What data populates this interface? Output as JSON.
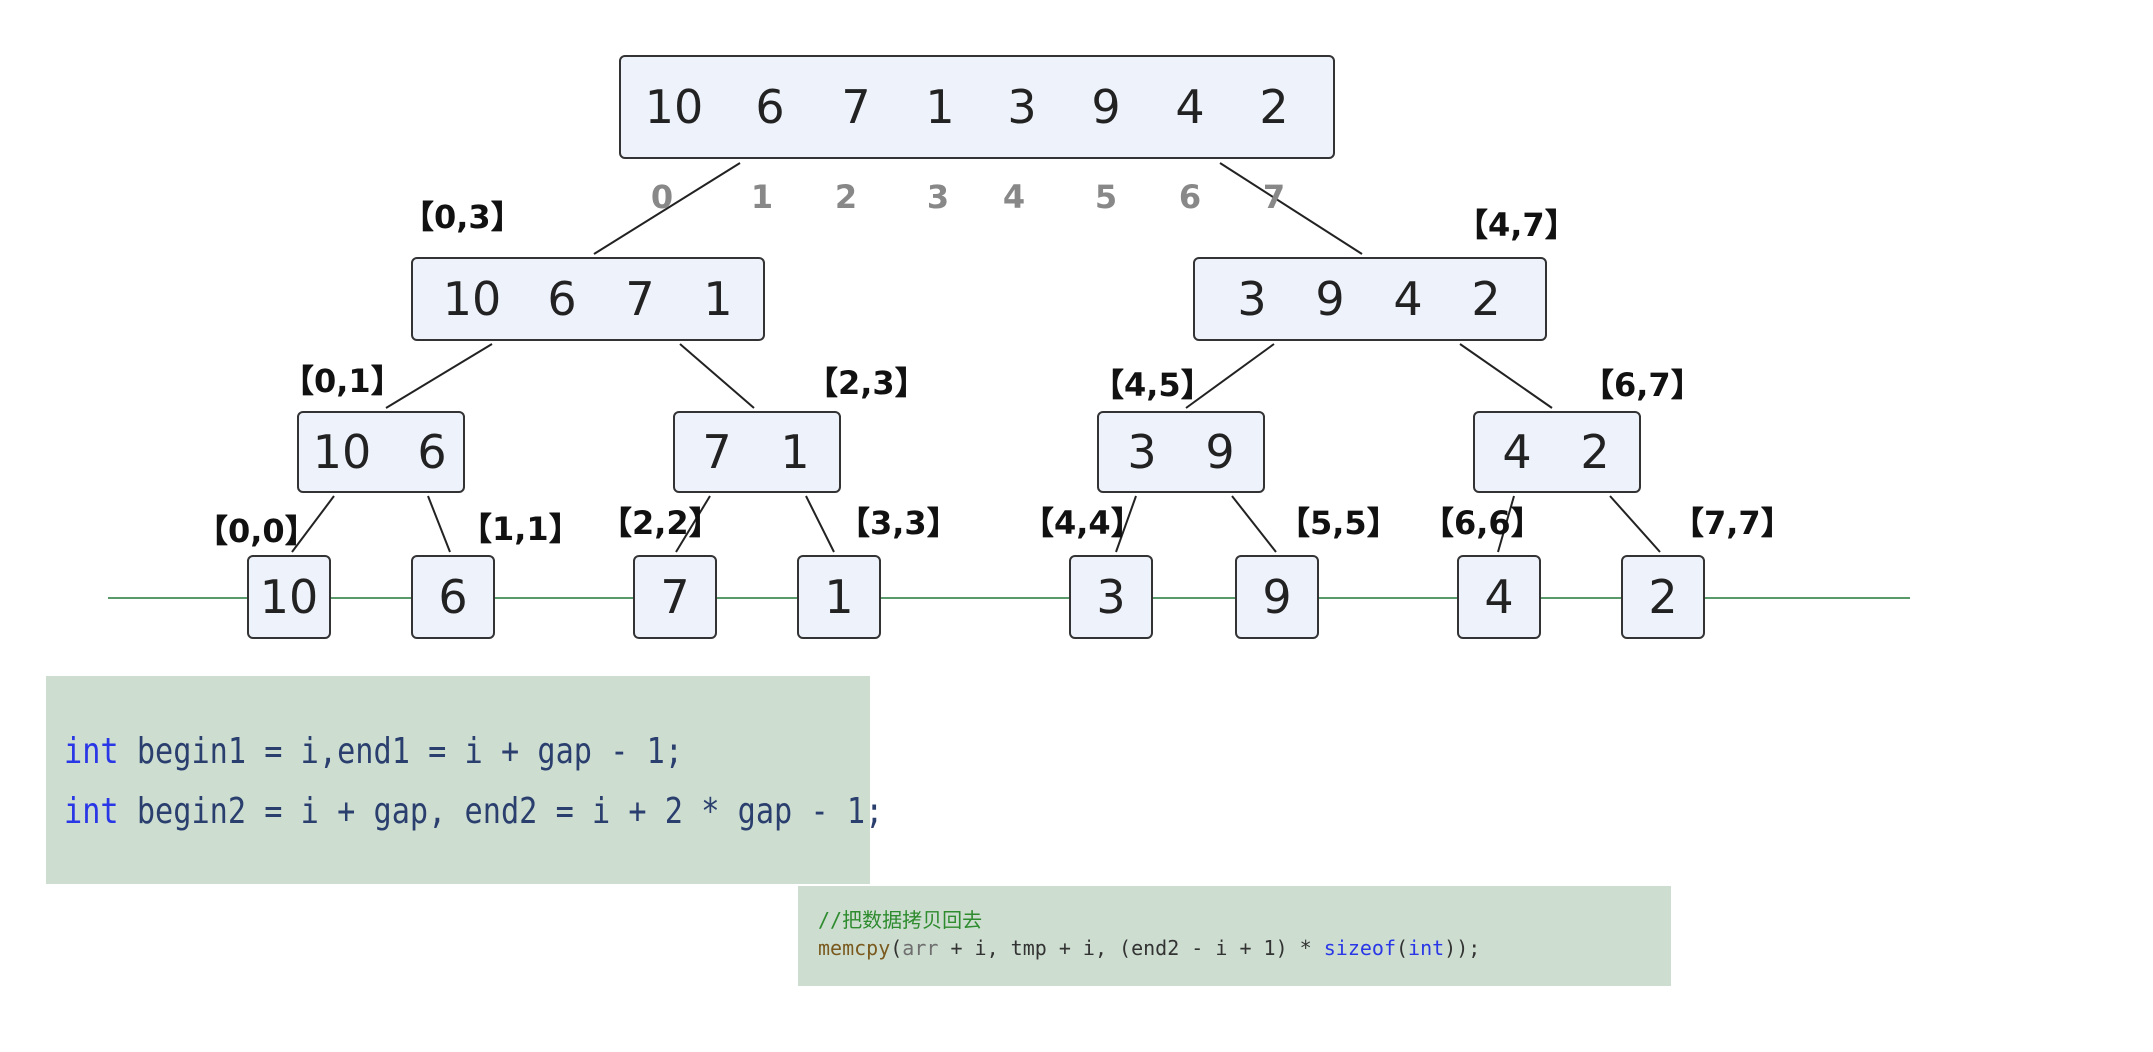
{
  "diagram": {
    "levels": [
      [
        {
          "values": [
            "10",
            "6",
            "7",
            "1",
            "3",
            "9",
            "4",
            "2"
          ],
          "range": ""
        }
      ],
      [
        {
          "values": [
            "10",
            "6",
            "7",
            "1"
          ],
          "range": "【0,3】"
        },
        {
          "values": [
            "3",
            "9",
            "4",
            "2"
          ],
          "range": "【4,7】"
        }
      ],
      [
        {
          "values": [
            "10",
            "6"
          ],
          "range": "【0,1】"
        },
        {
          "values": [
            "7",
            "1"
          ],
          "range": "【2,3】"
        },
        {
          "values": [
            "3",
            "9"
          ],
          "range": "【4,5】"
        },
        {
          "values": [
            "4",
            "2"
          ],
          "range": "【6,7】"
        }
      ],
      [
        {
          "values": [
            "10"
          ],
          "range": "【0,0】"
        },
        {
          "values": [
            "6"
          ],
          "range": "【1,1】"
        },
        {
          "values": [
            "7"
          ],
          "range": "【2,2】"
        },
        {
          "values": [
            "1"
          ],
          "range": "【3,3】"
        },
        {
          "values": [
            "3"
          ],
          "range": "【4,4】"
        },
        {
          "values": [
            "9"
          ],
          "range": "【5,5】"
        },
        {
          "values": [
            "4"
          ],
          "range": "【6,6】"
        },
        {
          "values": [
            "2"
          ],
          "range": "【7,7】"
        }
      ]
    ],
    "indices": [
      "0",
      "1",
      "2",
      "3",
      "4",
      "5",
      "6",
      "7"
    ],
    "colors": {
      "node_fill": "#eef2fb",
      "node_stroke": "#333333",
      "edge": "#222222",
      "guide_line": "#5a9a6a"
    }
  },
  "code_block_1": {
    "lines": [
      [
        {
          "t": "int",
          "c": "kw"
        },
        {
          "t": " begin1 = i,end1 = i + gap - 1;",
          "c": ""
        }
      ],
      [
        {
          "t": "int",
          "c": "kw"
        },
        {
          "t": " begin2 = i + gap, end2 = i + 2 * gap - 1;",
          "c": ""
        }
      ]
    ]
  },
  "code_block_2": {
    "comment": "//把数据拷贝回去",
    "code": [
      {
        "t": "memcpy",
        "c": "fn"
      },
      {
        "t": "(",
        "c": ""
      },
      {
        "t": "arr",
        "c": "var"
      },
      {
        "t": " + i, tmp + i, (end2 - i + 1) * ",
        "c": ""
      },
      {
        "t": "sizeof",
        "c": "kw2"
      },
      {
        "t": "(",
        "c": ""
      },
      {
        "t": "int",
        "c": "kw2"
      },
      {
        "t": "));",
        "c": ""
      }
    ]
  }
}
